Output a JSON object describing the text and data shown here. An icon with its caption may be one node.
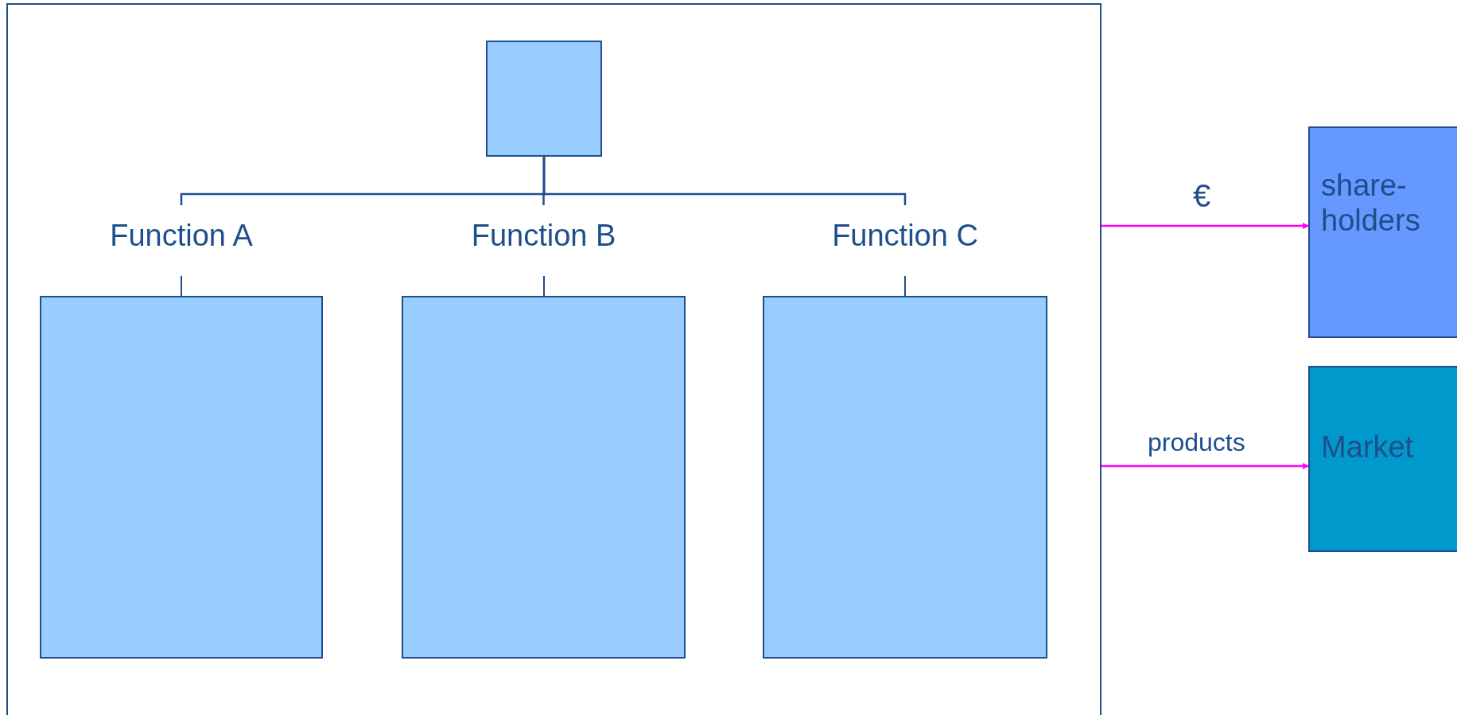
{
  "diagram": {
    "nodes": [
      {
        "text": [],
        "shape": "box"
      },
      {
        "text": [],
        "shape": "box",
        "in": 0
      },
      {
        "text": [
          "Function A"
        ],
        "in": 0
      },
      {
        "text": [
          "Function B"
        ],
        "in": 0
      },
      {
        "text": [
          "Function C"
        ],
        "in": 0
      },
      {
        "text": [
          "share-holders"
        ]
      },
      {
        "text": [
          "Market"
        ]
      }
    ],
    "edges": [
      {
        "from": 1,
        "to": 2,
        "arrow": "none"
      },
      {
        "from": 1,
        "to": 3,
        "arrow": "none"
      },
      {
        "from": 1,
        "to": 4,
        "arrow": "none"
      },
      {
        "from": 0,
        "to": 5,
        "arrow": "to",
        "label": "€",
        "color": "#ff00ff"
      },
      {
        "from": 0,
        "to": 6,
        "arrow": "to",
        "label": "products",
        "color": "#ff00ff"
      }
    ]
  }
}
